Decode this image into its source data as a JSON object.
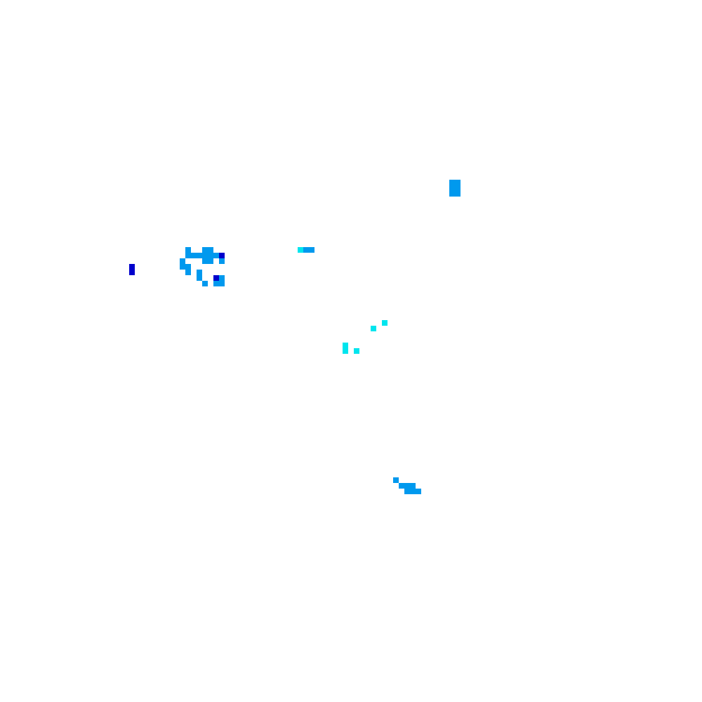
{
  "palette": {
    "background": "#ffffff",
    "azure": "#0099ee",
    "cyan": "#00e5ee",
    "blue": "#0000cc"
  },
  "groups": [
    {
      "name": "cluster-upper-left",
      "color": "azure",
      "cells": [
        [
          33,
          44
        ],
        [
          33,
          45
        ],
        [
          34,
          45
        ],
        [
          35,
          45
        ],
        [
          36,
          44
        ],
        [
          37,
          44
        ],
        [
          36,
          45
        ],
        [
          37,
          45
        ],
        [
          38,
          45
        ],
        [
          36,
          46
        ],
        [
          37,
          46
        ],
        [
          39,
          46
        ],
        [
          32,
          46
        ],
        [
          32,
          47
        ],
        [
          33,
          47
        ],
        [
          33,
          48
        ],
        [
          35,
          48
        ],
        [
          35,
          49
        ],
        [
          36,
          50
        ],
        [
          38,
          49
        ],
        [
          39,
          49
        ],
        [
          38,
          50
        ],
        [
          39,
          50
        ]
      ]
    },
    {
      "name": "cluster-upper-left-accents",
      "color": "blue",
      "cells": [
        [
          39,
          45
        ],
        [
          38,
          49
        ]
      ]
    },
    {
      "name": "lone-marker-left",
      "color": "blue",
      "cells": [
        [
          23,
          47
        ],
        [
          23,
          48
        ]
      ]
    },
    {
      "name": "dash-center-top-cyan",
      "color": "cyan",
      "cells": [
        [
          53,
          44
        ]
      ]
    },
    {
      "name": "dash-center-top-azure",
      "color": "azure",
      "cells": [
        [
          54,
          44
        ],
        [
          55,
          44
        ]
      ]
    },
    {
      "name": "block-upper-right",
      "color": "azure",
      "cells": [
        [
          80,
          32
        ],
        [
          81,
          32
        ],
        [
          80,
          33
        ],
        [
          81,
          33
        ],
        [
          80,
          34
        ],
        [
          81,
          34
        ]
      ]
    },
    {
      "name": "specks-center",
      "color": "cyan",
      "cells": [
        [
          68,
          57
        ],
        [
          66,
          58
        ],
        [
          61,
          61
        ],
        [
          61,
          62
        ],
        [
          63,
          62
        ]
      ]
    },
    {
      "name": "stroke-lower-center",
      "color": "azure",
      "cells": [
        [
          70,
          85
        ],
        [
          71,
          86
        ],
        [
          72,
          86
        ],
        [
          73,
          86
        ],
        [
          72,
          87
        ],
        [
          73,
          87
        ],
        [
          74,
          87
        ]
      ]
    }
  ]
}
